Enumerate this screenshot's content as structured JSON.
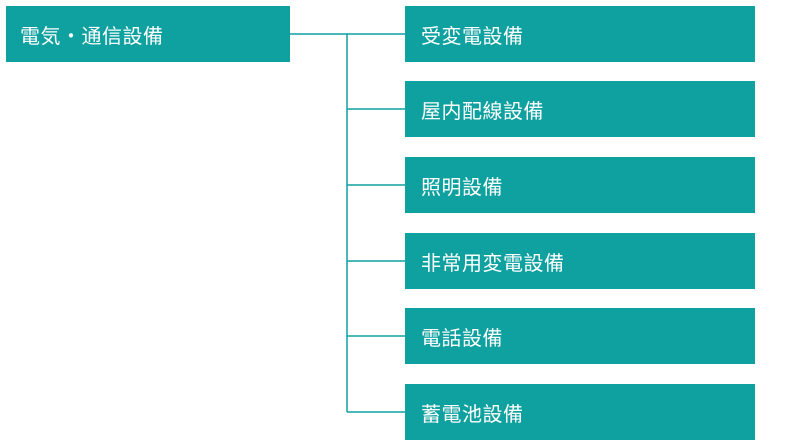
{
  "colors": {
    "box_fill": "#0fa0a0",
    "text": "#ffffff",
    "line": "#0fa0a0"
  },
  "root": {
    "label": "電気・通信設備"
  },
  "children": [
    {
      "label": "受変電設備"
    },
    {
      "label": "屋内配線設備"
    },
    {
      "label": "照明設備"
    },
    {
      "label": "非常用変電設備"
    },
    {
      "label": "電話設備"
    },
    {
      "label": "蓄電池設備"
    }
  ]
}
